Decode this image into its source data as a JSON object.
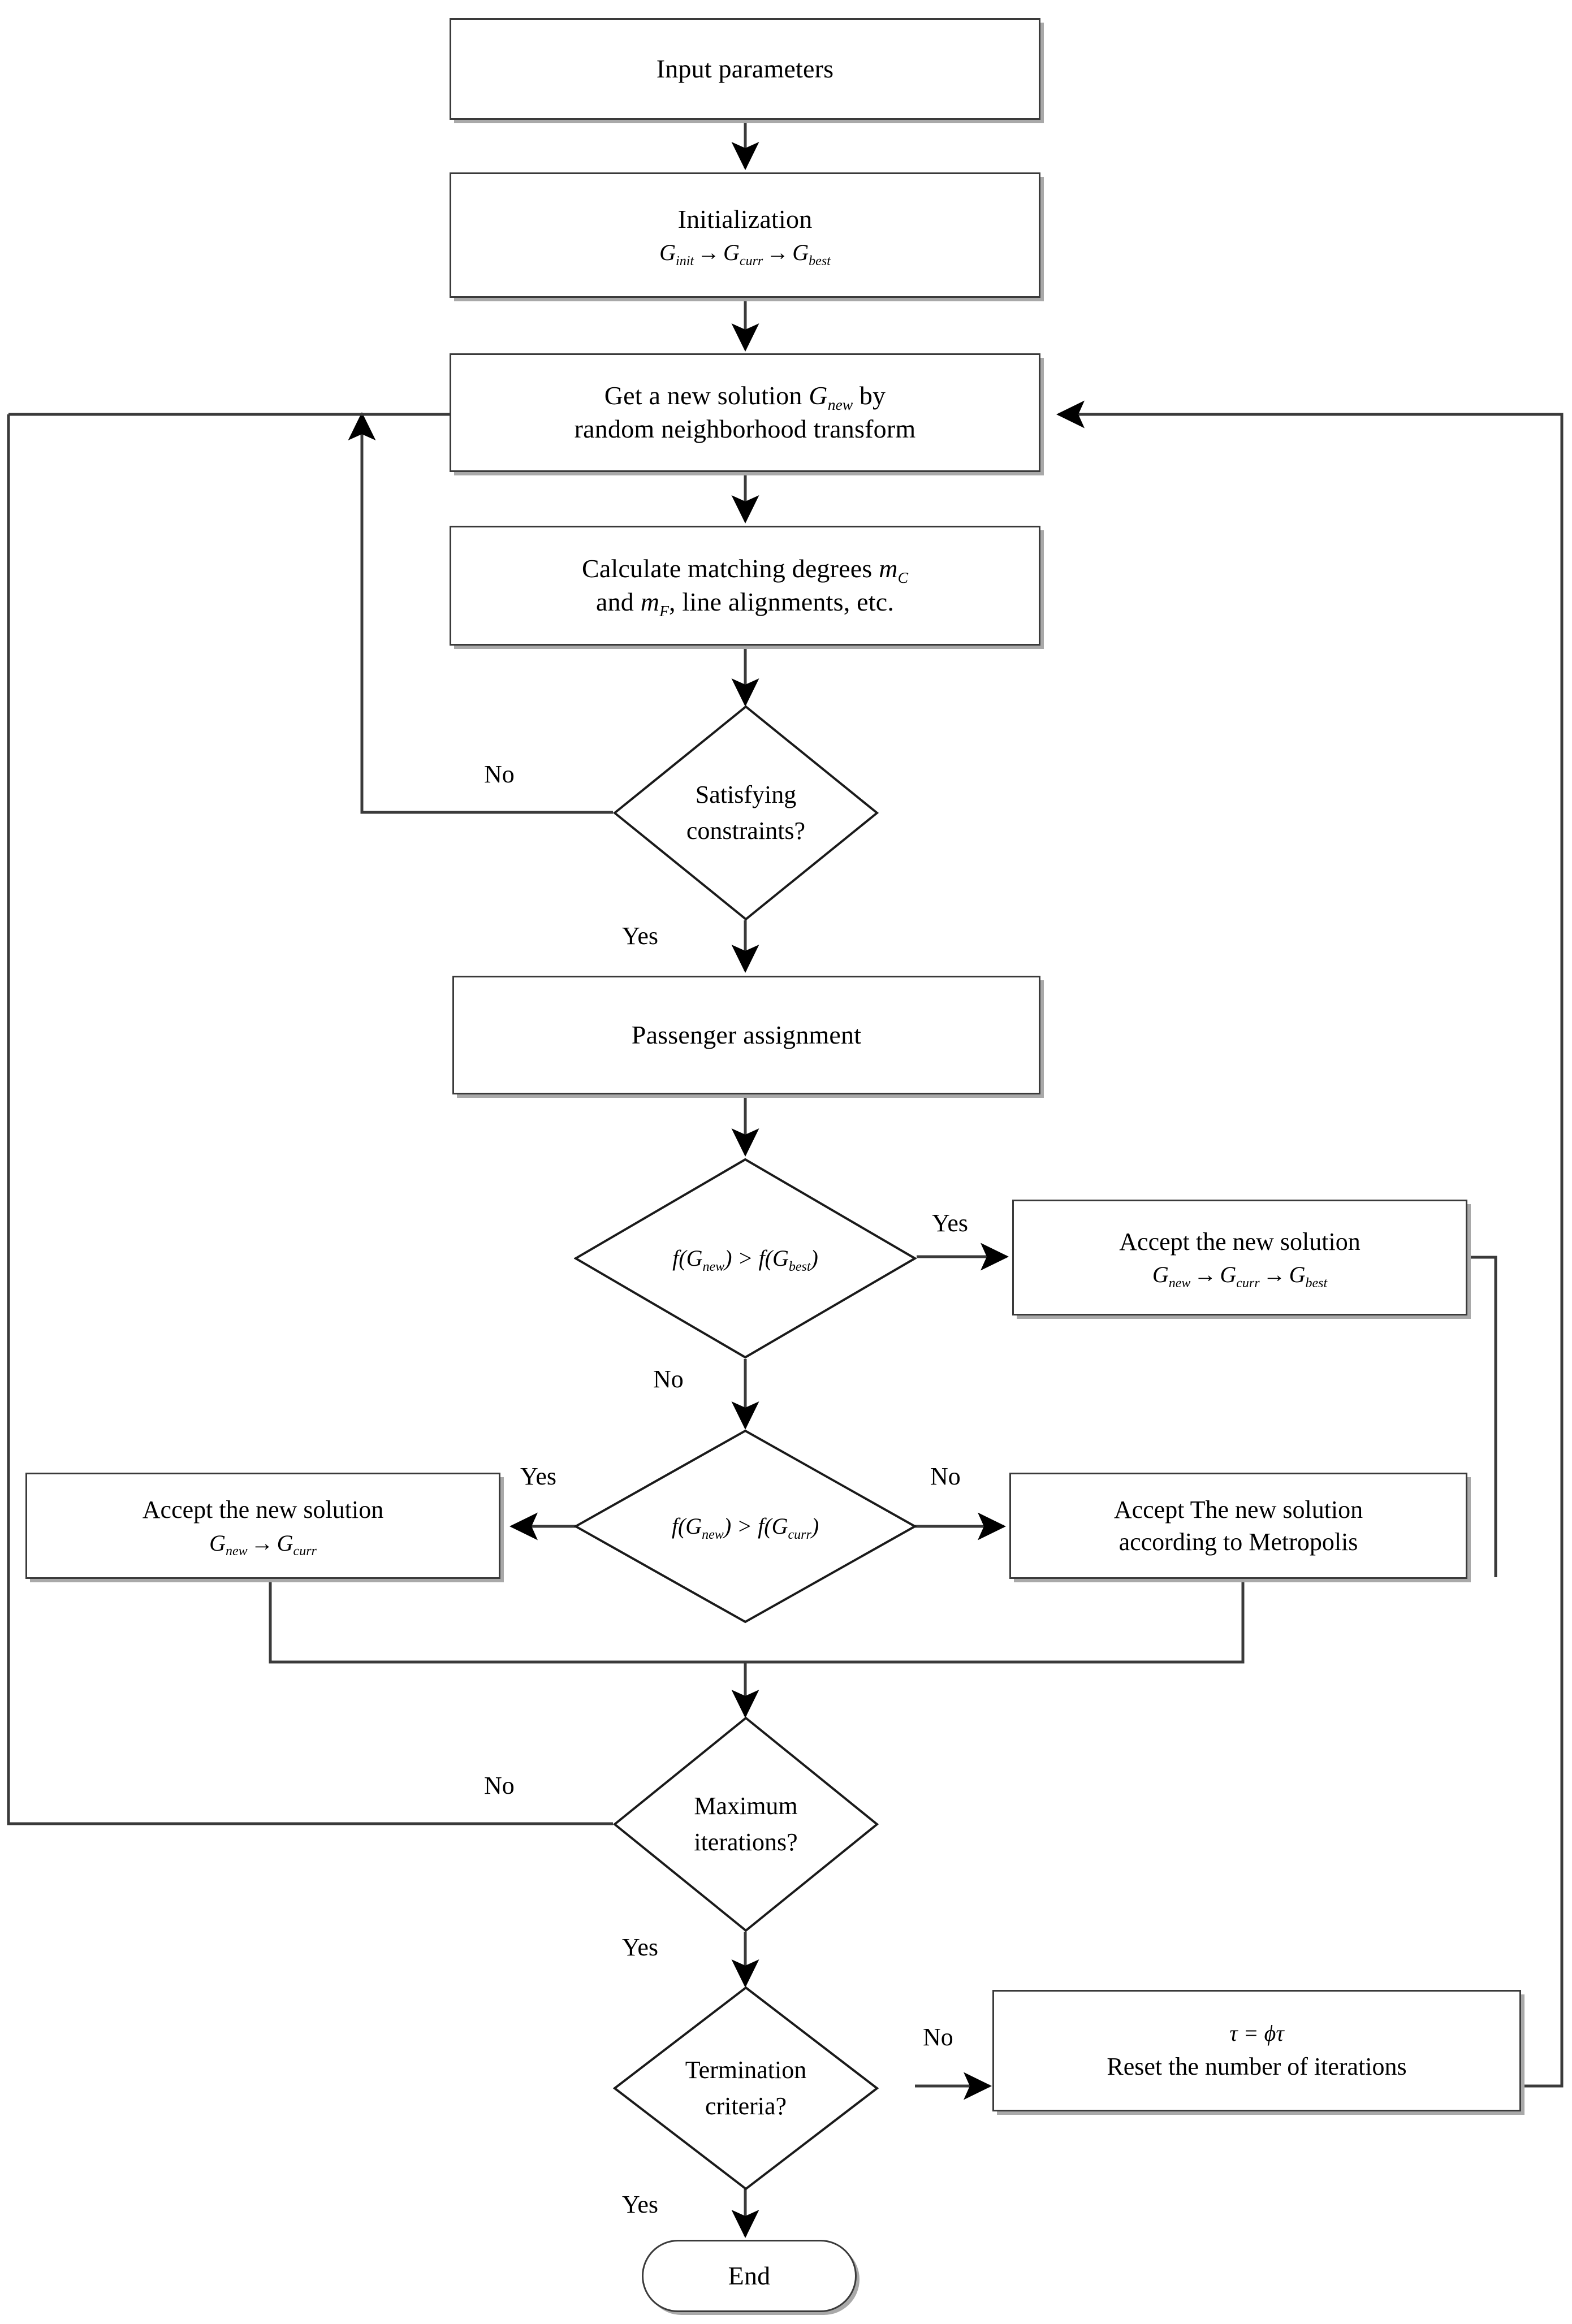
{
  "diagram": {
    "title": "Simulated annealing flowchart",
    "stroke_color": "#3a3a3a",
    "shadow_color": "#a9a9a9",
    "background": "#ffffff"
  },
  "nodes": {
    "input_parameters": {
      "label": "Input parameters"
    },
    "initialization": {
      "line1": "Initialization",
      "line2_parts": {
        "g_init": "G",
        "init_sub": "init",
        "arrow1": "→",
        "g_curr": "G",
        "curr_sub": "curr",
        "arrow2": "→",
        "g_best": "G",
        "best_sub": "best"
      }
    },
    "get_new_solution": {
      "line1_pre": "Get a new solution ",
      "line1_var": "G",
      "line1_sub": "new",
      "line1_post": " by",
      "line2": "random neighborhood transform"
    },
    "calculate_matching": {
      "line1_pre": "Calculate matching degrees ",
      "line1_var": "m",
      "line1_sub": "C",
      "line2_pre": "and ",
      "line2_var": "m",
      "line2_sub": "F",
      "line2_post": ", line alignments,  etc."
    },
    "satisfying_constraints": {
      "line1": "Satisfying",
      "line2": "constraints?"
    },
    "passenger_assignment": {
      "label": "Passenger assignment"
    },
    "compare_best": {
      "f1": "f",
      "open1": "(",
      "g1": "G",
      "sub1": "new",
      "close1": ")",
      "op": " > ",
      "f2": "f",
      "open2": "(",
      "g2": "G",
      "sub2": "best",
      "close2": ")"
    },
    "accept_best": {
      "line1": "Accept the new solution",
      "g_new": "G",
      "new_sub": "new",
      "arrow1": "→",
      "g_curr": "G",
      "curr_sub": "curr",
      "arrow2": "→",
      "g_best": "G",
      "best_sub": "best"
    },
    "compare_curr": {
      "f1": "f",
      "open1": "(",
      "g1": "G",
      "sub1": "new",
      "close1": ")",
      "op": " > ",
      "f2": "f",
      "open2": "(",
      "g2": "G",
      "sub2": "curr",
      "close2": ")"
    },
    "accept_curr": {
      "line1": "Accept the new solution",
      "g_new": "G",
      "new_sub": "new",
      "arrow1": "→",
      "g_curr": "G",
      "curr_sub": "curr"
    },
    "accept_metropolis": {
      "line1": "Accept The new solution",
      "line2": "according to Metropolis"
    },
    "maximum_iterations": {
      "line1": "Maximum",
      "line2": "iterations?"
    },
    "termination_criteria": {
      "line1": "Termination",
      "line2": "criteria?"
    },
    "reset_iterations": {
      "line1_tau": "τ",
      "line1_eq": " = ",
      "line1_phi": "ϕ",
      "line1_tau2": "τ",
      "line2": "Reset the number of iterations"
    },
    "end": {
      "label": "End"
    }
  },
  "edge_labels": {
    "constraints_no": "No",
    "constraints_yes": "Yes",
    "best_yes": "Yes",
    "best_no": "No",
    "curr_yes": "Yes",
    "curr_no": "No",
    "maxiter_no": "No",
    "maxiter_yes": "Yes",
    "termination_no": "No",
    "termination_yes": "Yes"
  }
}
